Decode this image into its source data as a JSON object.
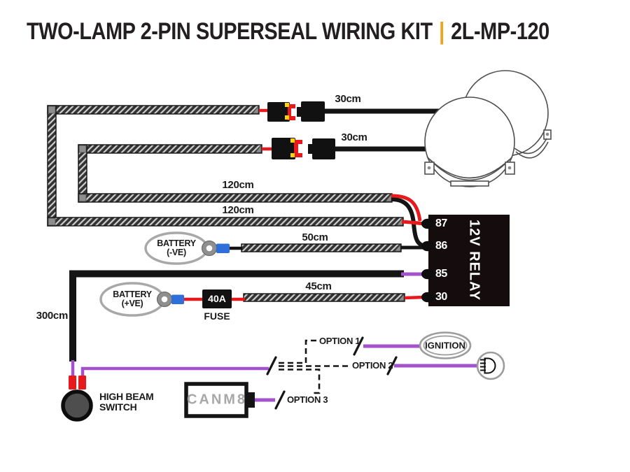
{
  "title": {
    "main": "TWO-LAMP 2-PIN SUPERSEAL WIRING KIT",
    "separator": "|",
    "model": "2L-MP-120"
  },
  "lengths": {
    "lamp1": "30cm",
    "lamp2": "30cm",
    "loom_upper": "120cm",
    "loom_lower": "120cm",
    "battery_negative": "50cm",
    "battery_positive": "45cm",
    "switch_wire": "300cm"
  },
  "relay": {
    "name": "12V RELAY",
    "pins": [
      "87",
      "86",
      "85",
      "30"
    ]
  },
  "battery_negative": {
    "line1": "BATTERY",
    "line2": "(-VE)"
  },
  "battery_positive": {
    "line1": "BATTERY",
    "line2": "(+VE)"
  },
  "fuse": {
    "rating": "40A",
    "label": "FUSE"
  },
  "high_beam_switch": {
    "line1": "HIGH BEAM",
    "line2": "SWITCH"
  },
  "options": {
    "option1": "OPTION 1",
    "option2": "OPTION 2",
    "option3": "OPTION 3",
    "ignition": "IGNITION",
    "canm8": "CANM8"
  },
  "colors": {
    "accent_orange": "#F5A01B",
    "wire_red": "#E8191C",
    "wire_black": "#141414",
    "wire_purple": "#A352CC",
    "crimp_blue": "#2E6FD9",
    "crimp_red": "#E8191C",
    "relay_body": "#150D0D",
    "outline_gray": "#9C9C9C"
  }
}
